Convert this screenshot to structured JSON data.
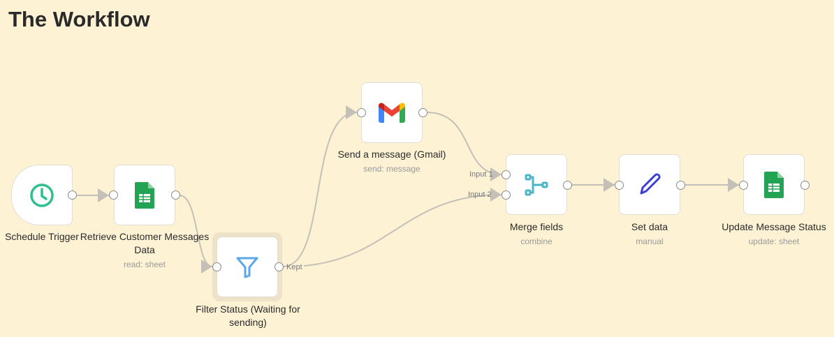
{
  "title": "The Workflow",
  "nodes": {
    "schedule": {
      "label": "Schedule Trigger",
      "icon": "clock-icon"
    },
    "retrieve": {
      "label": "Retrieve Customer Messages Data",
      "sub": "read: sheet",
      "icon": "google-sheets-icon"
    },
    "filter": {
      "label": "Filter Status (Waiting for sending)",
      "icon": "filter-icon",
      "output": "Kept"
    },
    "gmail": {
      "label": "Send a message (Gmail)",
      "sub": "send: message",
      "icon": "gmail-icon"
    },
    "merge": {
      "label": "Merge fields",
      "sub": "combine",
      "icon": "merge-icon",
      "input1": "Input 1",
      "input2": "Input 2"
    },
    "set": {
      "label": "Set data",
      "sub": "manual",
      "icon": "pencil-icon"
    },
    "update": {
      "label": "Update Message Status",
      "sub": "update: sheet",
      "icon": "google-sheets-icon"
    }
  },
  "colors": {
    "background": "#fdf2d4",
    "edge": "#c4c0b8",
    "clock": "#2fbf8f",
    "sheets": "#23a455",
    "filter": "#5aa7ea",
    "merge": "#4bb5c8",
    "pencil": "#3b3fd8"
  }
}
